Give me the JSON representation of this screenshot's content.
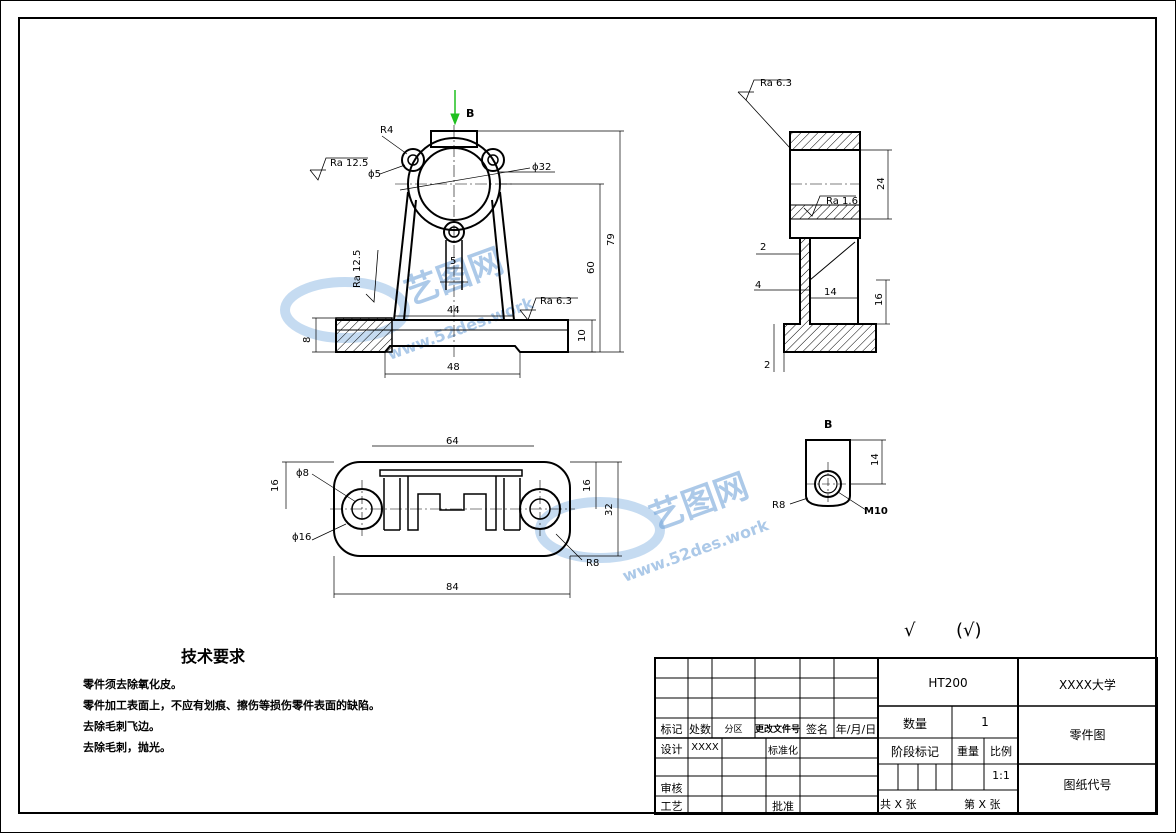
{
  "drawing": {
    "view_marker": "B",
    "front_view": {
      "radius_r4": "R4",
      "hole_d5": "ϕ5",
      "bore_d32": "ϕ32",
      "roughness_left": "Ra 12.5",
      "roughness_rib": "Ra 12.5",
      "roughness_base": "Ra 6.3",
      "dim_5": "5",
      "dim_44": "44",
      "dim_48": "48",
      "dim_8": "8",
      "dim_10": "10",
      "dim_60": "60",
      "dim_79": "79"
    },
    "side_view": {
      "roughness_top": "Ra 6.3",
      "roughness_bore": "Ra 1.6",
      "dim_24": "24",
      "dim_2_top": "2",
      "dim_4": "4",
      "dim_14": "14",
      "dim_16": "16",
      "dim_2_bottom": "2"
    },
    "top_view": {
      "dim_64": "64",
      "dim_84": "84",
      "dim_16_left": "16",
      "dim_16_right": "16",
      "dim_32": "32",
      "hole_d8": "ϕ8",
      "hole_d16": "ϕ16",
      "radius_r8": "R8"
    },
    "b_view": {
      "label": "B",
      "dim_14": "14",
      "radius_r8": "R8",
      "thread": "M10"
    },
    "roughness_note": {
      "symbol": "√",
      "paren": "(√)"
    }
  },
  "watermark": {
    "brand": "艺图网",
    "url": "www.52des.work"
  },
  "requirements": {
    "title": "技术要求",
    "lines": [
      "零件须去除氧化皮。",
      "零件加工表面上，不应有划痕、擦伤等损伤零件表面的缺陷。",
      "去除毛刺飞边。",
      "去除毛刺，抛光。"
    ]
  },
  "title_block": {
    "material": "HT200",
    "school": "XXXX大学",
    "part_name": "零件图",
    "drawing_code": "图纸代号",
    "qty_label": "数量",
    "qty_value": "1",
    "stage_label": "阶段标记",
    "weight_label": "重量",
    "scale_label": "比例",
    "scale_value": "1:1",
    "mark": "标记",
    "count": "处数",
    "zone": "分区",
    "change_doc": "更改文件号",
    "signature": "签名",
    "date": "年/月/日",
    "design": "设计",
    "designer": "XXXX",
    "standardize": "标准化",
    "review": "审核",
    "process": "工艺",
    "approve": "批准",
    "sheets_total": "共 X 张",
    "sheet_no": "第 X 张"
  }
}
